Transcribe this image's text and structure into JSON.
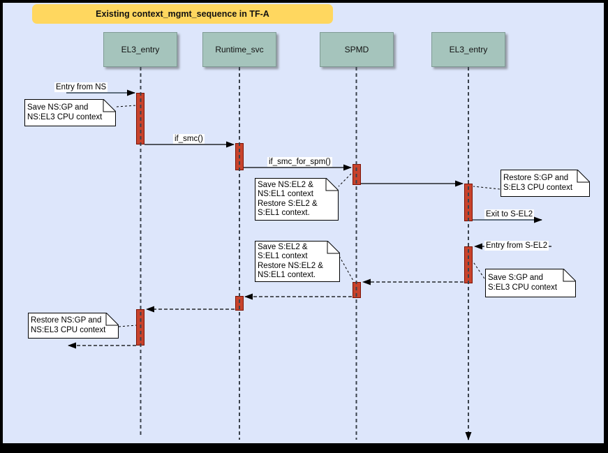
{
  "diagram": {
    "title": "Existing context_mgmt_sequence in TF-A",
    "lifelines": [
      {
        "label": "EL3_entry"
      },
      {
        "label": "Runtime_svc"
      },
      {
        "label": "SPMD"
      },
      {
        "label": "EL3_entry"
      }
    ],
    "messages": [
      {
        "label": "Entry from NS",
        "from": "environment",
        "to": "EL3_entry",
        "style": "solid"
      },
      {
        "label": "if_smc()",
        "from": "EL3_entry",
        "to": "Runtime_svc",
        "style": "solid"
      },
      {
        "label": "if_smc_for_spm()",
        "from": "Runtime_svc",
        "to": "SPMD",
        "style": "solid"
      },
      {
        "label": "",
        "from": "SPMD",
        "to": "EL3_entry",
        "style": "solid"
      },
      {
        "label": "Exit to S-EL2",
        "from": "EL3_entry",
        "to": "environment",
        "style": "solid"
      },
      {
        "label": "Entry from S-EL2",
        "from": "environment",
        "to": "EL3_entry",
        "style": "dashed"
      },
      {
        "label": "",
        "from": "EL3_entry",
        "to": "SPMD",
        "style": "dashed"
      },
      {
        "label": "",
        "from": "SPMD",
        "to": "Runtime_svc",
        "style": "dashed"
      },
      {
        "label": "",
        "from": "Runtime_svc",
        "to": "EL3_entry",
        "style": "dashed"
      },
      {
        "label": "",
        "from": "EL3_entry",
        "to": "environment",
        "style": "dashed"
      }
    ],
    "notes": [
      {
        "text": "Save NS:GP and\nNS:EL3 CPU context"
      },
      {
        "text": "Save NS:EL2 &\nNS:EL1 context\nRestore S:EL2 &\nS:EL1 context."
      },
      {
        "text": "Restore S:GP and\nS:EL3 CPU context"
      },
      {
        "text": "Save S:EL2 &\nS:EL1 context\nRestore NS:EL2 &\nNS:EL1 context."
      },
      {
        "text": "Save S:GP and\nS:EL3 CPU context"
      },
      {
        "text": "Restore NS:GP and\nNS:EL3 CPU context"
      }
    ],
    "colors": {
      "background": "#dde6fb",
      "frame": "#000000",
      "title_fill": "#ffd75f",
      "lifeline_head_fill": "#a5c4bc",
      "activation_fill": "#c8432c",
      "activation_border": "#7c1204",
      "external_arrow": "#5c6c7c"
    }
  }
}
